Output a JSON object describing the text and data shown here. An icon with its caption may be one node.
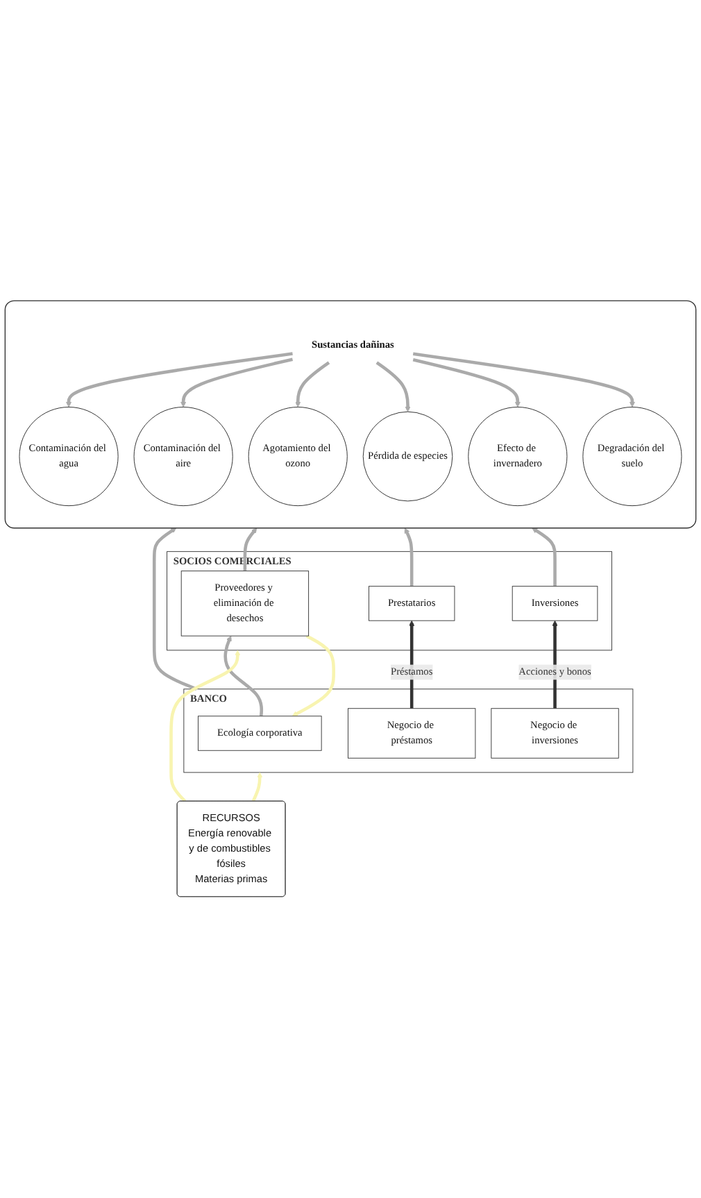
{
  "diagram": {
    "nodes": [
      {
        "text": [],
        "shape": "box"
      },
      {
        "text": [
          "Contaminación del agua"
        ],
        "in": 0
      },
      {
        "text": [
          "Agotamiento del ozono"
        ],
        "in": 0
      },
      {
        "text": [
          "Pérdida de especies"
        ],
        "in": 0
      },
      {
        "text": [
          "Efecto de invernadero"
        ],
        "in": 0
      },
      {
        "text": [
          "Contaminación del aire"
        ],
        "in": 0
      },
      {
        "text": [
          "Degradación del suelo"
        ],
        "in": 0
      },
      {
        "text": [
          "Sustancias dañinas"
        ],
        "in": 0
      },
      {
        "text": [
          "BANCO"
        ]
      },
      {
        "text": [
          "Ecología corporativa"
        ],
        "in": 8
      },
      {
        "text": [
          "Negocio de préstamos"
        ],
        "in": 8
      },
      {
        "text": [
          "Negocio de inversiones"
        ],
        "in": 8
      },
      {
        "text": [
          "SOCIOS COMERCIALES"
        ]
      },
      {
        "text": [
          "Proveedores y eliminación de desechos"
        ],
        "in": 12
      },
      {
        "text": [
          "Prestatarios"
        ],
        "in": 12
      },
      {
        "text": [
          "Inversiones"
        ],
        "in": 12
      },
      {
        "text": [
          "RECURSOS",
          "Energía renovable y de combustibles fósiles",
          "Materias primas"
        ]
      }
    ],
    "edges": [
      {
        "from": 7,
        "to": 5,
        "arrow": "to"
      },
      {
        "from": 7,
        "to": 1,
        "arrow": "to"
      },
      {
        "from": 7,
        "to": 2,
        "arrow": "to"
      },
      {
        "from": 7,
        "to": 3,
        "arrow": "to"
      },
      {
        "from": 7,
        "to": 4,
        "arrow": "to"
      },
      {
        "from": 7,
        "to": 6,
        "arrow": "to"
      },
      {
        "from": 8,
        "to": 0,
        "arrow": "to"
      },
      {
        "from": 13,
        "to": 9,
        "arrow": "to",
        "color": "#f8f4b0"
      },
      {
        "from": 9,
        "to": 13,
        "arrow": "to"
      },
      {
        "from": 10,
        "to": 14,
        "label": "Préstamos",
        "arrow": "to",
        "color": "#333333"
      },
      {
        "from": 11,
        "to": 15,
        "label": "Acciones y bonos",
        "arrow": "to",
        "color": "#333333"
      },
      {
        "from": 13,
        "to": 0,
        "arrow": "to"
      },
      {
        "from": 14,
        "to": 0,
        "arrow": "to"
      },
      {
        "from": 15,
        "to": 0,
        "arrow": "to"
      },
      {
        "from": 16,
        "to": 8,
        "arrow": "to",
        "color": "#f8f4b0"
      },
      {
        "from": 16,
        "to": 12,
        "arrow": "to",
        "color": "#f8f4b0"
      }
    ]
  }
}
